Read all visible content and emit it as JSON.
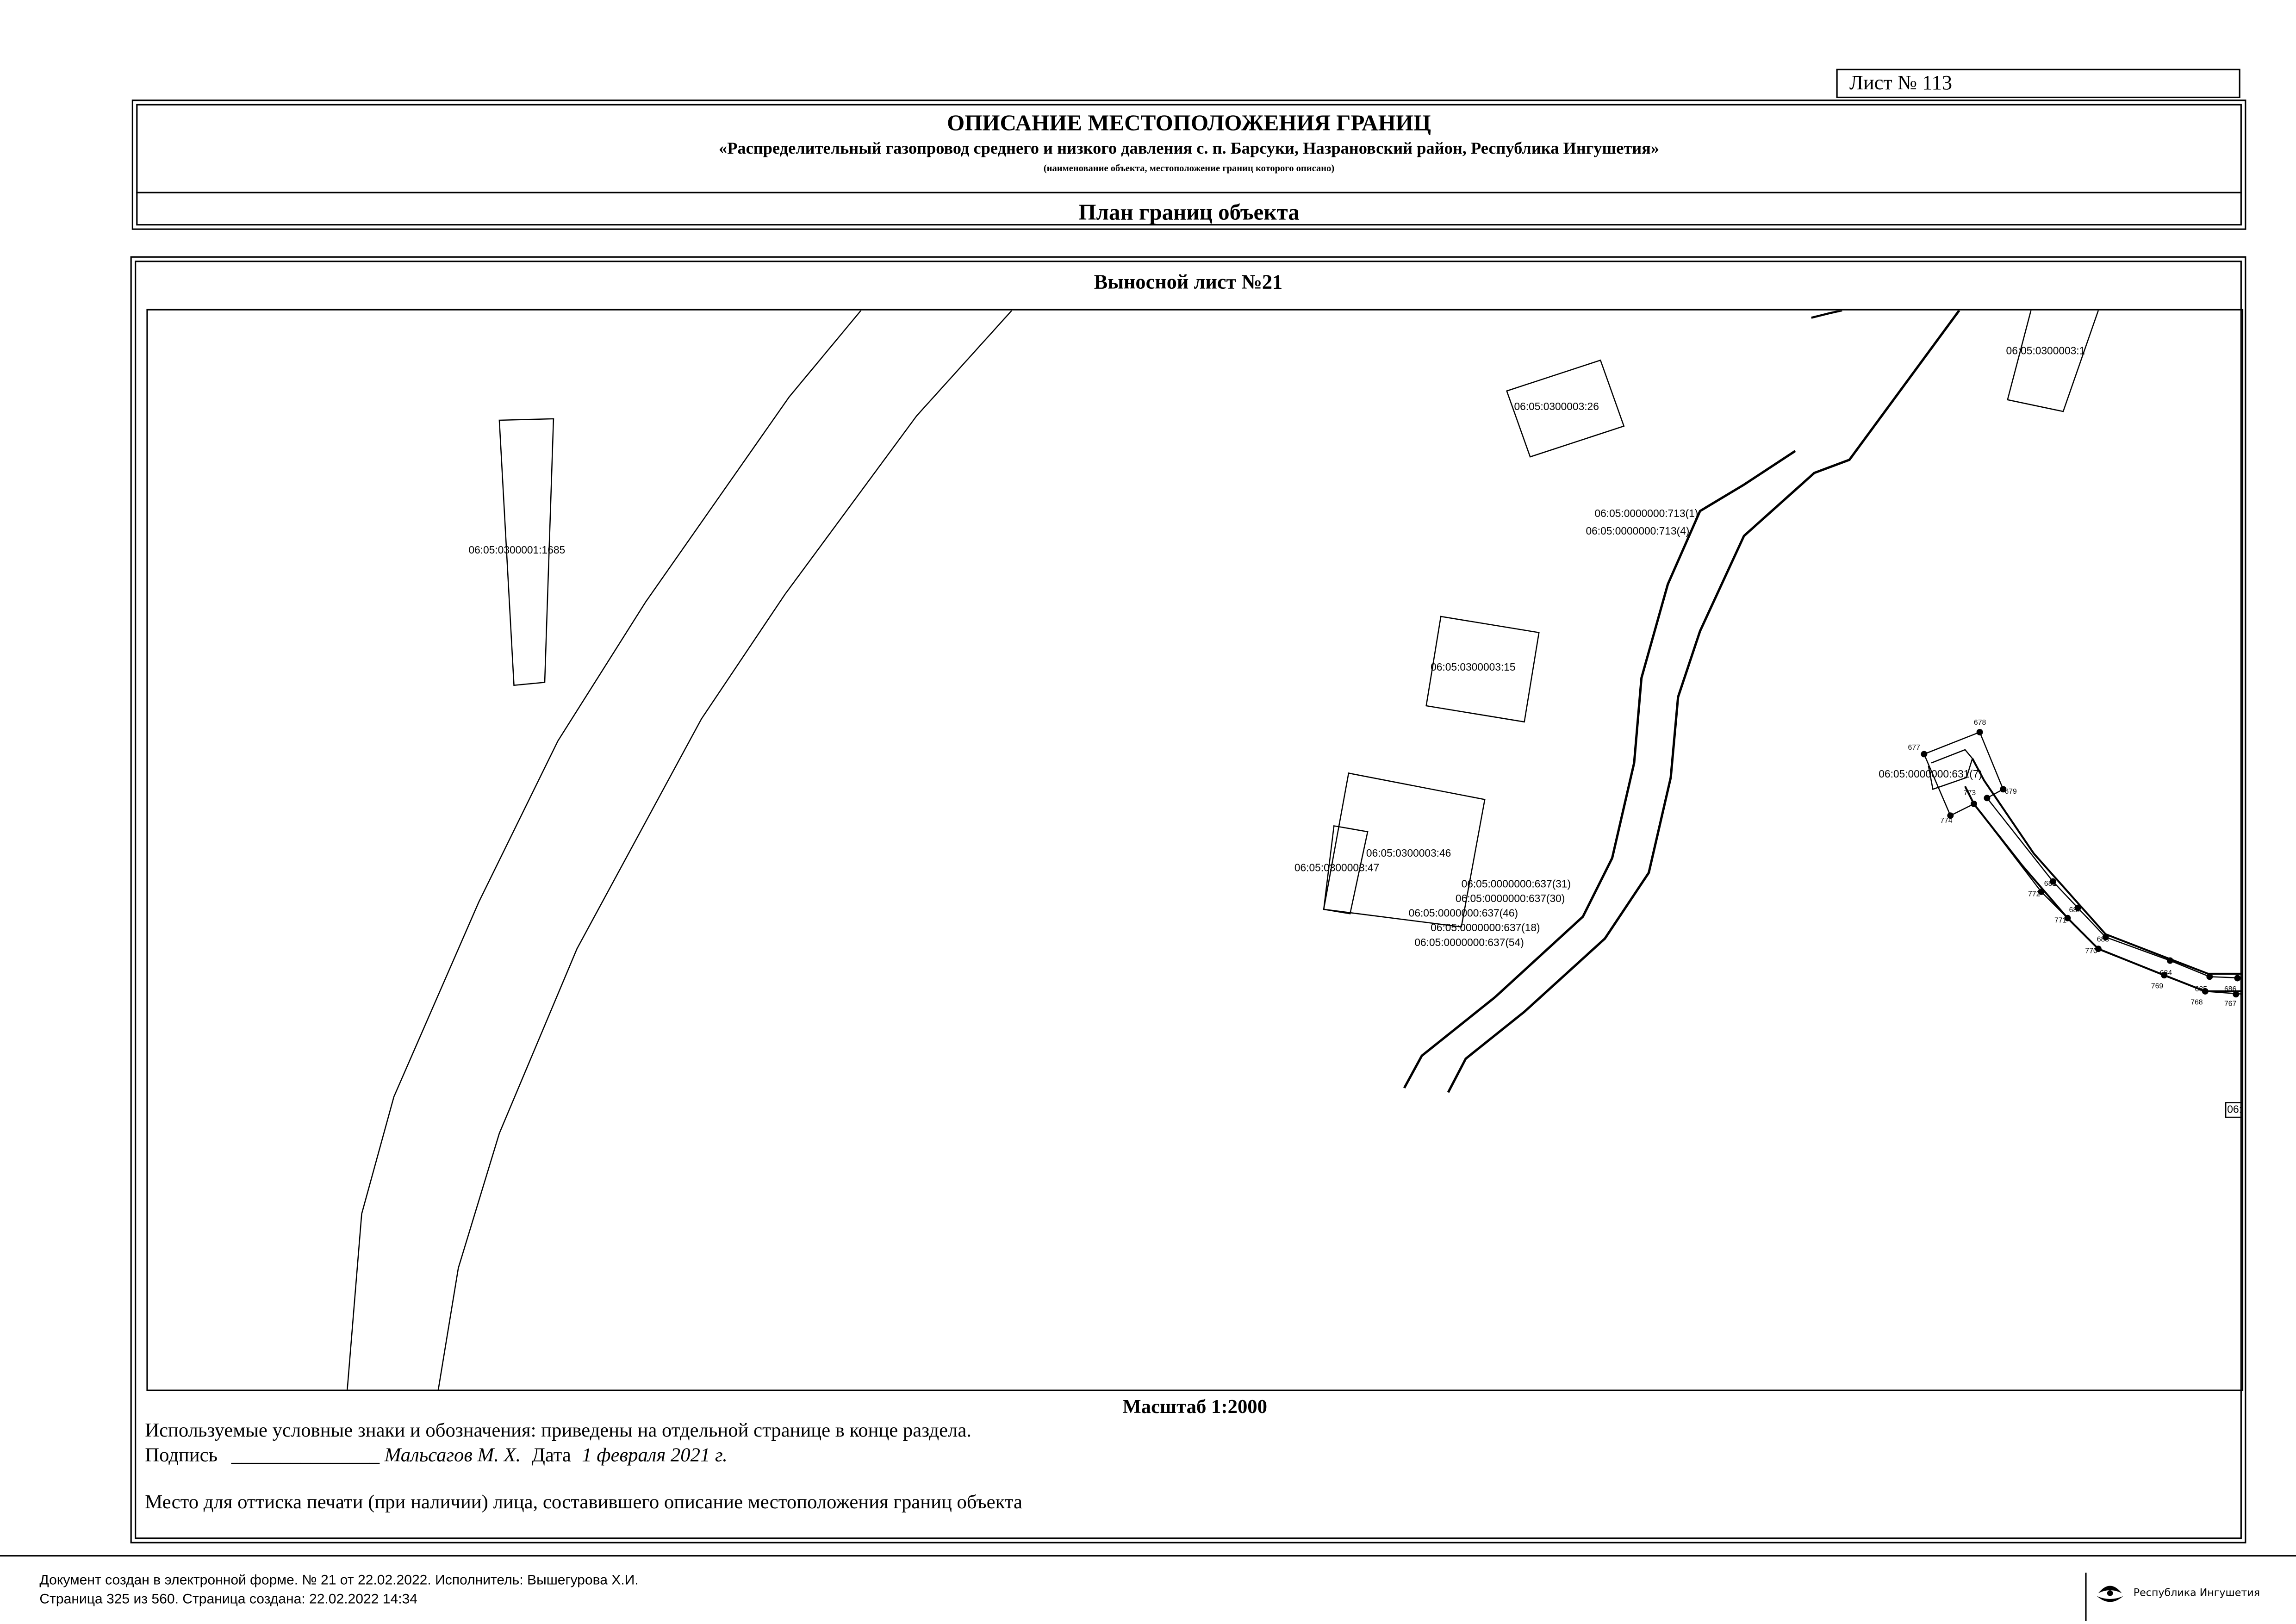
{
  "sheet_number": "Лист № 113",
  "header": {
    "title": "ОПИСАНИЕ МЕСТОПОЛОЖЕНИЯ ГРАНИЦ",
    "object_name": "«Распределительный газопровод среднего и низкого давления с. п. Барсуки, Назрановский район, Республика Ингушетия»",
    "object_note": "(наименование объекта, местоположение границ которого описано)",
    "section": "План границ объекта"
  },
  "plan": {
    "title": "Выносной лист №21",
    "scale": "Масштаб 1:2000",
    "labels": {
      "p1685": "06:05:0300001:1685",
      "p26": "06:05:0300003:26",
      "p1": "06:05:0300003:1",
      "p713_1": "06:05:0000000:713(1)",
      "p713_4": "06:05:0000000:713(4)",
      "p15": "06:05:0300003:15",
      "p46": "06:05:0300003:46",
      "p47": "06:05:0300003:47",
      "p637_31": "06:05:0000000:637(31)",
      "p637_30": "06:05:0000000:637(30)",
      "p637_46": "06:05:0000000:637(46)",
      "p637_18": "06:05:0000000:637(18)",
      "p637_54": "06:05:0000000:637(54)",
      "p631_7": "06:05:0000000:631(7)",
      "cut": "06:"
    },
    "points": [
      "677",
      "678",
      "679",
      "774",
      "773",
      "681",
      "772",
      "682",
      "771",
      "683",
      "770",
      "684",
      "769",
      "685",
      "768",
      "686",
      "767"
    ]
  },
  "legend": {
    "symbols": "Используемые условные знаки и обозначения: приведены на отдельной странице в конце раздела.",
    "signature_label": "Подпись",
    "signature_line": "_______________",
    "signer": "Мальсагов М. Х.",
    "date_label": "Дата",
    "date": "1 февраля 2021 г.",
    "stamp": "Место для оттиска печати (при наличии) лица, составившего описание местоположения границ объекта"
  },
  "footer": {
    "line1": "Документ создан в электронной форме. № 21 от 22.02.2022. Исполнитель: Вышегурова Х.И.",
    "line2": "Страница 325 из 560. Страница создана: 22.02.2022 14:34",
    "brand": "Республика Ингушетия"
  }
}
